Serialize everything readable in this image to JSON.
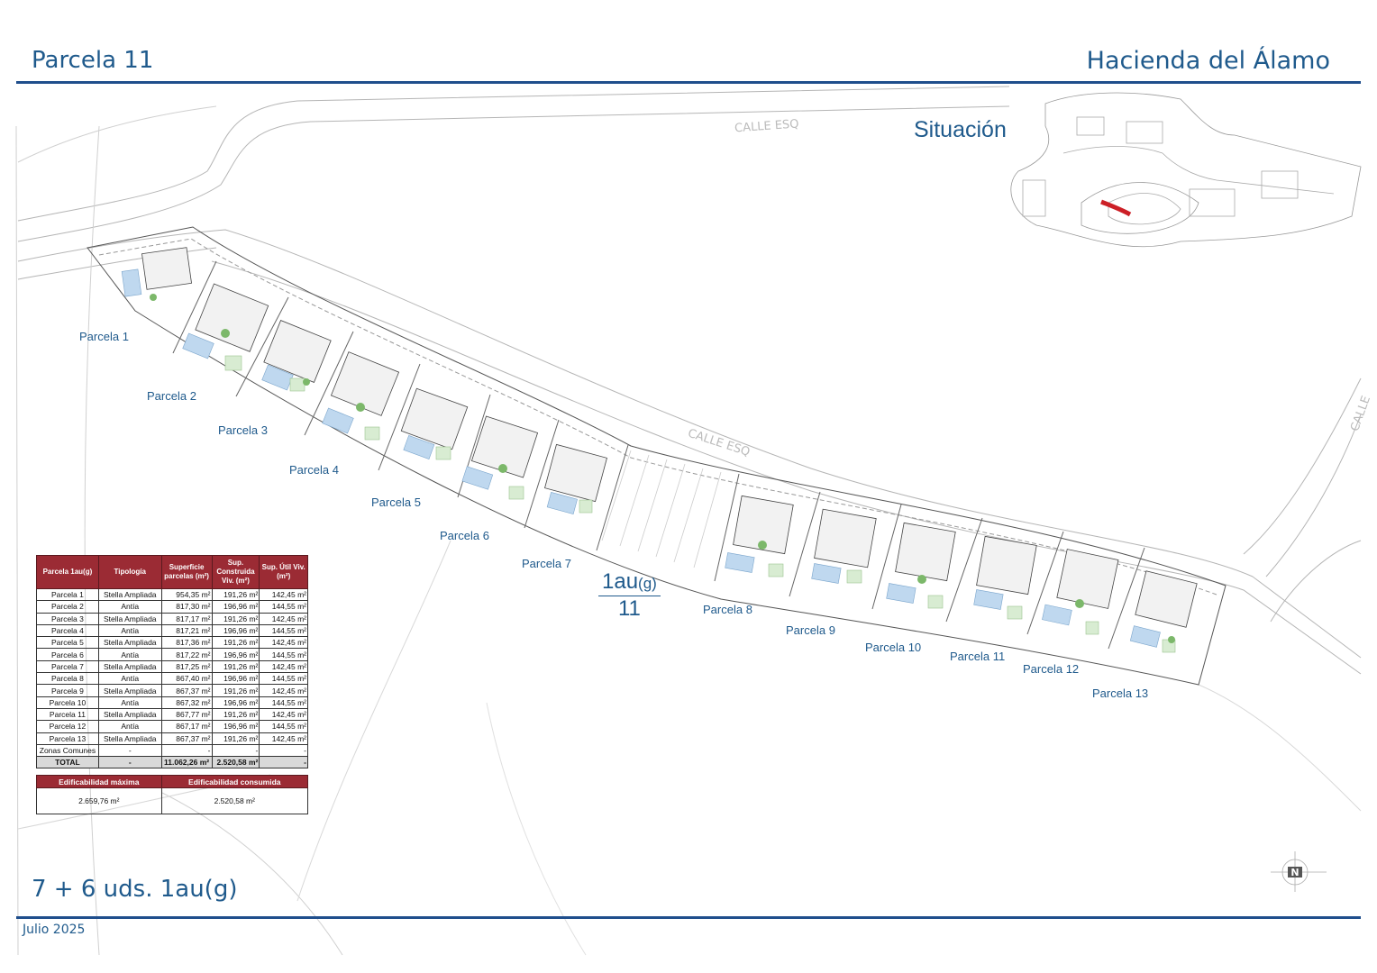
{
  "header": {
    "left_title": "Parcela 11",
    "right_title": "Hacienda del Álamo"
  },
  "situation": {
    "title": "Situación"
  },
  "zone": {
    "code": "1au",
    "code_suffix": "(g)",
    "number": "11"
  },
  "parcel_labels": [
    "Parcela 1",
    "Parcela 2",
    "Parcela 3",
    "Parcela 4",
    "Parcela 5",
    "Parcela 6",
    "Parcela 7",
    "Parcela 8",
    "Parcela 9",
    "Parcela 10",
    "Parcela 11",
    "Parcela 12",
    "Parcela 13"
  ],
  "street_labels": [
    "CALLE ESQ",
    "CALLE ESQ",
    "CALLE"
  ],
  "table": {
    "headers": [
      "Parcela 1au(g)",
      "Tipología",
      "Superficie parcelas (m²)",
      "Sup. Construida Viv. (m²)",
      "Sup. Útil Viv. (m²)"
    ],
    "rows": [
      [
        "Parcela 1",
        "Stella Ampliada",
        "954,35 m²",
        "191,26 m²",
        "142,45 m²"
      ],
      [
        "Parcela 2",
        "Antía",
        "817,30 m²",
        "196,96 m²",
        "144,55 m²"
      ],
      [
        "Parcela 3",
        "Stella Ampliada",
        "817,17 m²",
        "191,26 m²",
        "142,45 m²"
      ],
      [
        "Parcela 4",
        "Antía",
        "817,21 m²",
        "196,96 m²",
        "144,55 m²"
      ],
      [
        "Parcela 5",
        "Stella Ampliada",
        "817,36 m²",
        "191,26 m²",
        "142,45 m²"
      ],
      [
        "Parcela 6",
        "Antía",
        "817,22 m²",
        "196,96 m²",
        "144,55 m²"
      ],
      [
        "Parcela 7",
        "Stella Ampliada",
        "817,25 m²",
        "191,26 m²",
        "142,45 m²"
      ],
      [
        "Parcela 8",
        "Antía",
        "867,40 m²",
        "196,96 m²",
        "144,55 m²"
      ],
      [
        "Parcela 9",
        "Stella Ampliada",
        "867,37 m²",
        "191,26 m²",
        "142,45 m²"
      ],
      [
        "Parcela 10",
        "Antía",
        "867,32 m²",
        "196,96 m²",
        "144,55 m²"
      ],
      [
        "Parcela 11",
        "Stella Ampliada",
        "867,77 m²",
        "191,26 m²",
        "142,45 m²"
      ],
      [
        "Parcela 12",
        "Antía",
        "867,17 m²",
        "196,96 m²",
        "144,55 m²"
      ],
      [
        "Parcela 13",
        "Stella Ampliada",
        "867,37 m²",
        "191,26 m²",
        "142,45 m²"
      ],
      [
        "Zonas Comunes",
        "-",
        "-",
        "-",
        "-"
      ]
    ],
    "total": [
      "TOTAL",
      "-",
      "11.062,26 m²",
      "2.520,58 m²",
      "-"
    ]
  },
  "edificabilidad": {
    "headers": [
      "Edificabilidad máxima",
      "Edificabilidad consumida"
    ],
    "values": [
      "2.659,76 m²",
      "2.520,58 m²"
    ]
  },
  "footer": {
    "units": "7 + 6 uds. 1au(g)",
    "date": "Julio 2025"
  },
  "colors": {
    "brand_blue": "#1f4e8c",
    "table_header": "#9b2b34",
    "highlight_red": "#cc1f26"
  }
}
